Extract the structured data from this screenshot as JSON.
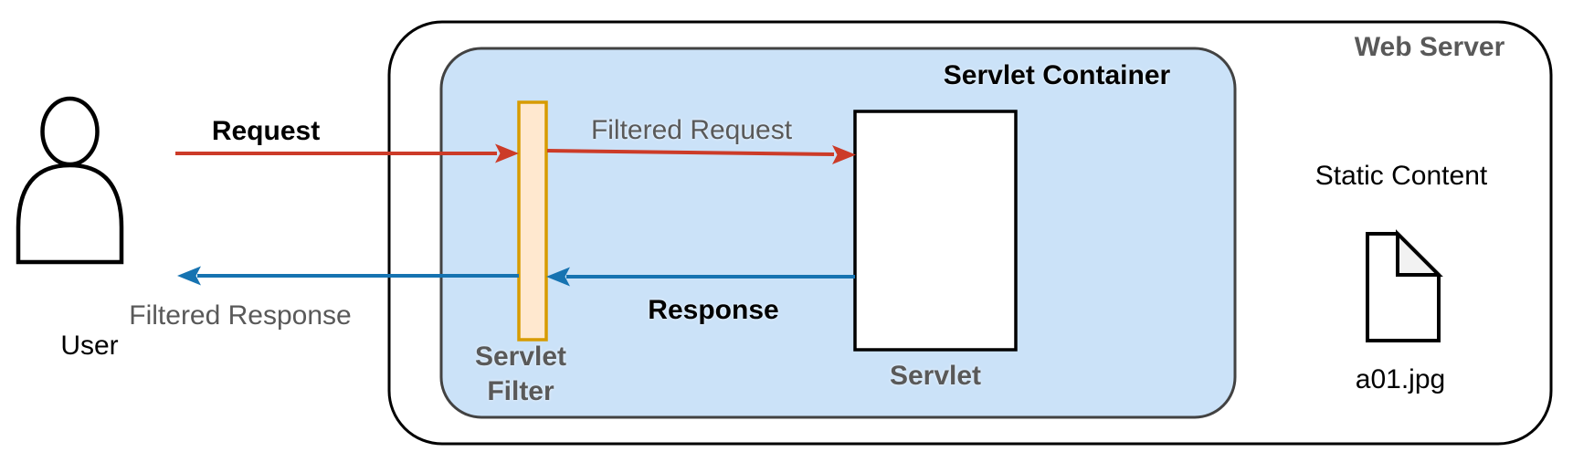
{
  "diagram": {
    "title_region": {
      "web_server_label": "Web Server",
      "servlet_container_label": "Servlet Container"
    },
    "user": {
      "label": "User"
    },
    "servlet_filter": {
      "label_line1": "Servlet",
      "label_line2": "Filter"
    },
    "servlet": {
      "label": "Servlet"
    },
    "static_content": {
      "label": "Static Content",
      "file_name": "a01.jpg"
    },
    "arrows": {
      "request": {
        "label": "Request"
      },
      "filtered_request": {
        "label": "Filtered Request"
      },
      "response": {
        "label": "Response"
      },
      "filtered_response": {
        "label": "Filtered Response"
      }
    },
    "colors": {
      "request_red": "#cc3b28",
      "response_blue": "#1673b1",
      "container_fill": "#cbe2f8",
      "container_border": "#424242",
      "filter_fill": "#ffe8cf",
      "filter_border": "#d79b00",
      "gray_text": "#595959",
      "fold_gray": "#f2f2f2"
    }
  }
}
